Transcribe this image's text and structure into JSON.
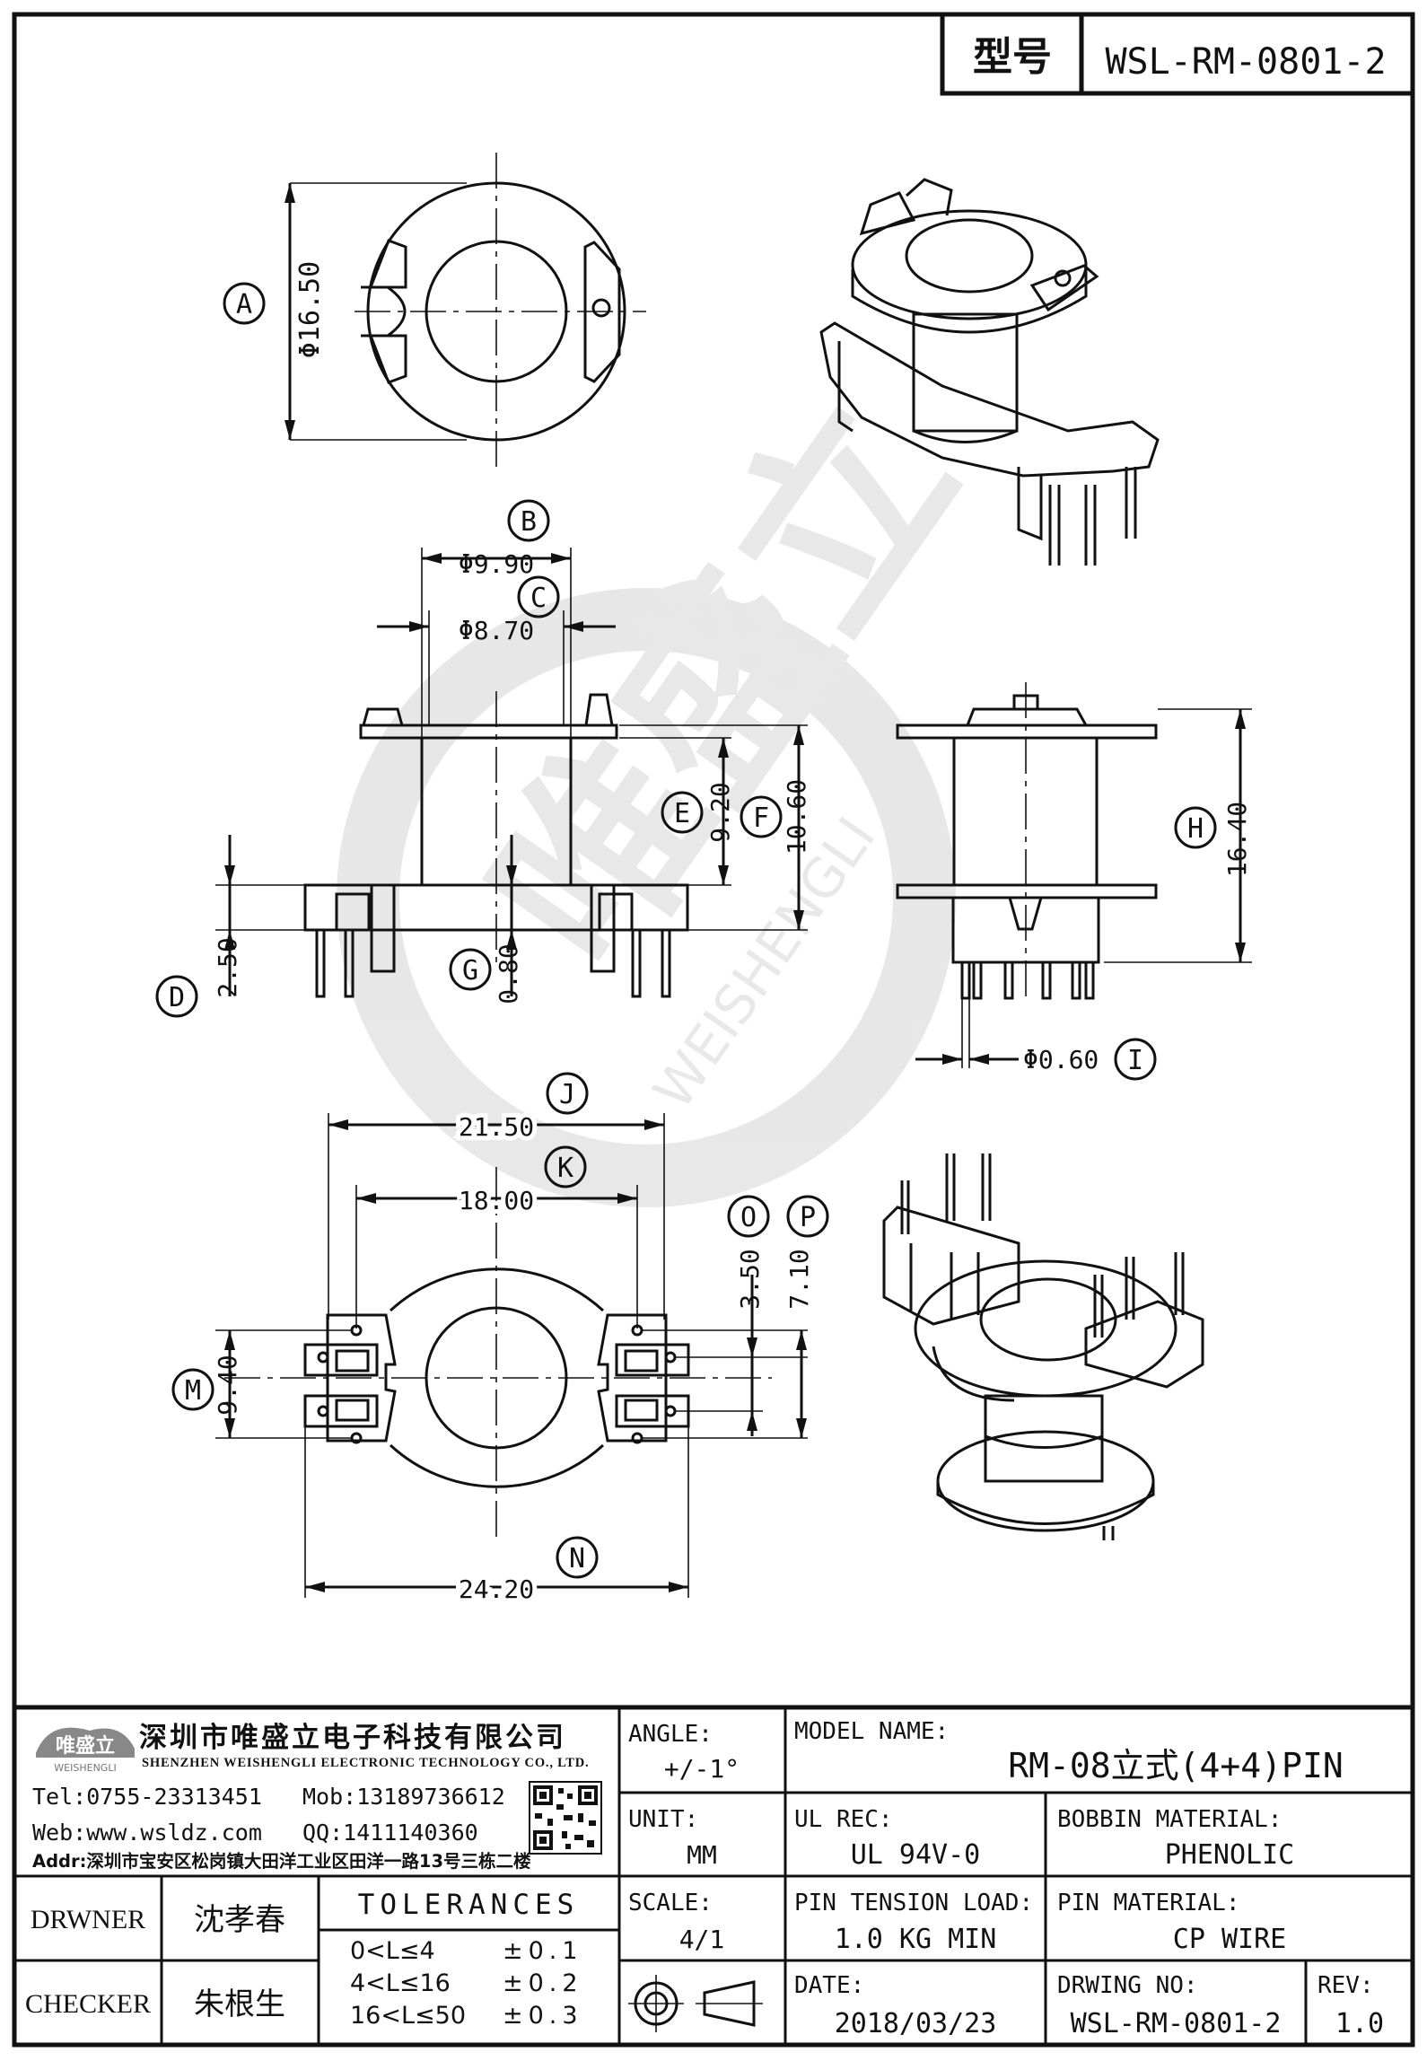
{
  "header": {
    "model_label": "型号",
    "model_no": "WSL-RM-0801-2"
  },
  "dims": {
    "A": {
      "tag": "A",
      "value": "Φ16.50"
    },
    "B": {
      "tag": "B",
      "value": "Φ9.90"
    },
    "C": {
      "tag": "C",
      "value": "Φ8.70"
    },
    "D": {
      "tag": "D",
      "value": "2.50"
    },
    "E": {
      "tag": "E",
      "value": "9.20"
    },
    "F": {
      "tag": "F",
      "value": "10.60"
    },
    "G": {
      "tag": "G",
      "value": "0.80"
    },
    "H": {
      "tag": "H",
      "value": "16.40"
    },
    "I": {
      "tag": "I",
      "value": "Φ0.60"
    },
    "J": {
      "tag": "J",
      "value": "21.50"
    },
    "K": {
      "tag": "K",
      "value": "18.00"
    },
    "M": {
      "tag": "M",
      "value": "9.40"
    },
    "N": {
      "tag": "N",
      "value": "24.20"
    },
    "O": {
      "tag": "O",
      "value": "3.50"
    },
    "P": {
      "tag": "P",
      "value": "7.10"
    }
  },
  "watermark": {
    "cn": "唯盛立",
    "en": "WEISHENGLI"
  },
  "company": {
    "logo_cn": "唯盛立",
    "logo_en": "WEISHENGLI",
    "name_cn": "深圳市唯盛立电子科技有限公司",
    "name_en": "SHENZHEN WEISHENGLI ELECTRONIC TECHNOLOGY CO., LTD.",
    "tel": "Tel:0755-23313451",
    "mob": "Mob:13189736612",
    "web": "Web:www.wsldz.com",
    "qq": "QQ:1411140360",
    "addr": "Addr:深圳市宝安区松岗镇大田洋工业区田洋一路13号三栋二楼"
  },
  "title_block": {
    "angle_label": "ANGLE:",
    "angle_value": "+/-1°",
    "model_name_label": "MODEL NAME:",
    "model_name_value": "RM-08立式(4+4)PIN",
    "unit_label": "UNIT:",
    "unit_value": "MM",
    "ul_label": "UL REC:",
    "ul_value": "UL 94V-0",
    "bobbin_label": "BOBBIN MATERIAL:",
    "bobbin_value": "PHENOLIC",
    "scale_label": "SCALE:",
    "scale_value": "4/1",
    "tension_label": "PIN TENSION LOAD:",
    "tension_value": "1.0 KG MIN",
    "pin_mat_label": "PIN MATERIAL:",
    "pin_mat_value": "CP WIRE",
    "date_label": "DATE:",
    "date_value": "2018/03/23",
    "drwing_label": "DRWING NO:",
    "drwing_value": "WSL-RM-0801-2",
    "rev_label": "REV:",
    "rev_value": "1.0",
    "drawer_label": "DRWNER",
    "drawer_value": "沈孝春",
    "checker_label": "CHECKER",
    "checker_value": "朱根生",
    "tol_title": "TOLERANCES",
    "tol_rows": [
      {
        "range": "0<L≤4",
        "tol": "±0.1"
      },
      {
        "range": "4<L≤16",
        "tol": "±0.2"
      },
      {
        "range": "16<L≤50",
        "tol": "±0.3"
      }
    ]
  }
}
